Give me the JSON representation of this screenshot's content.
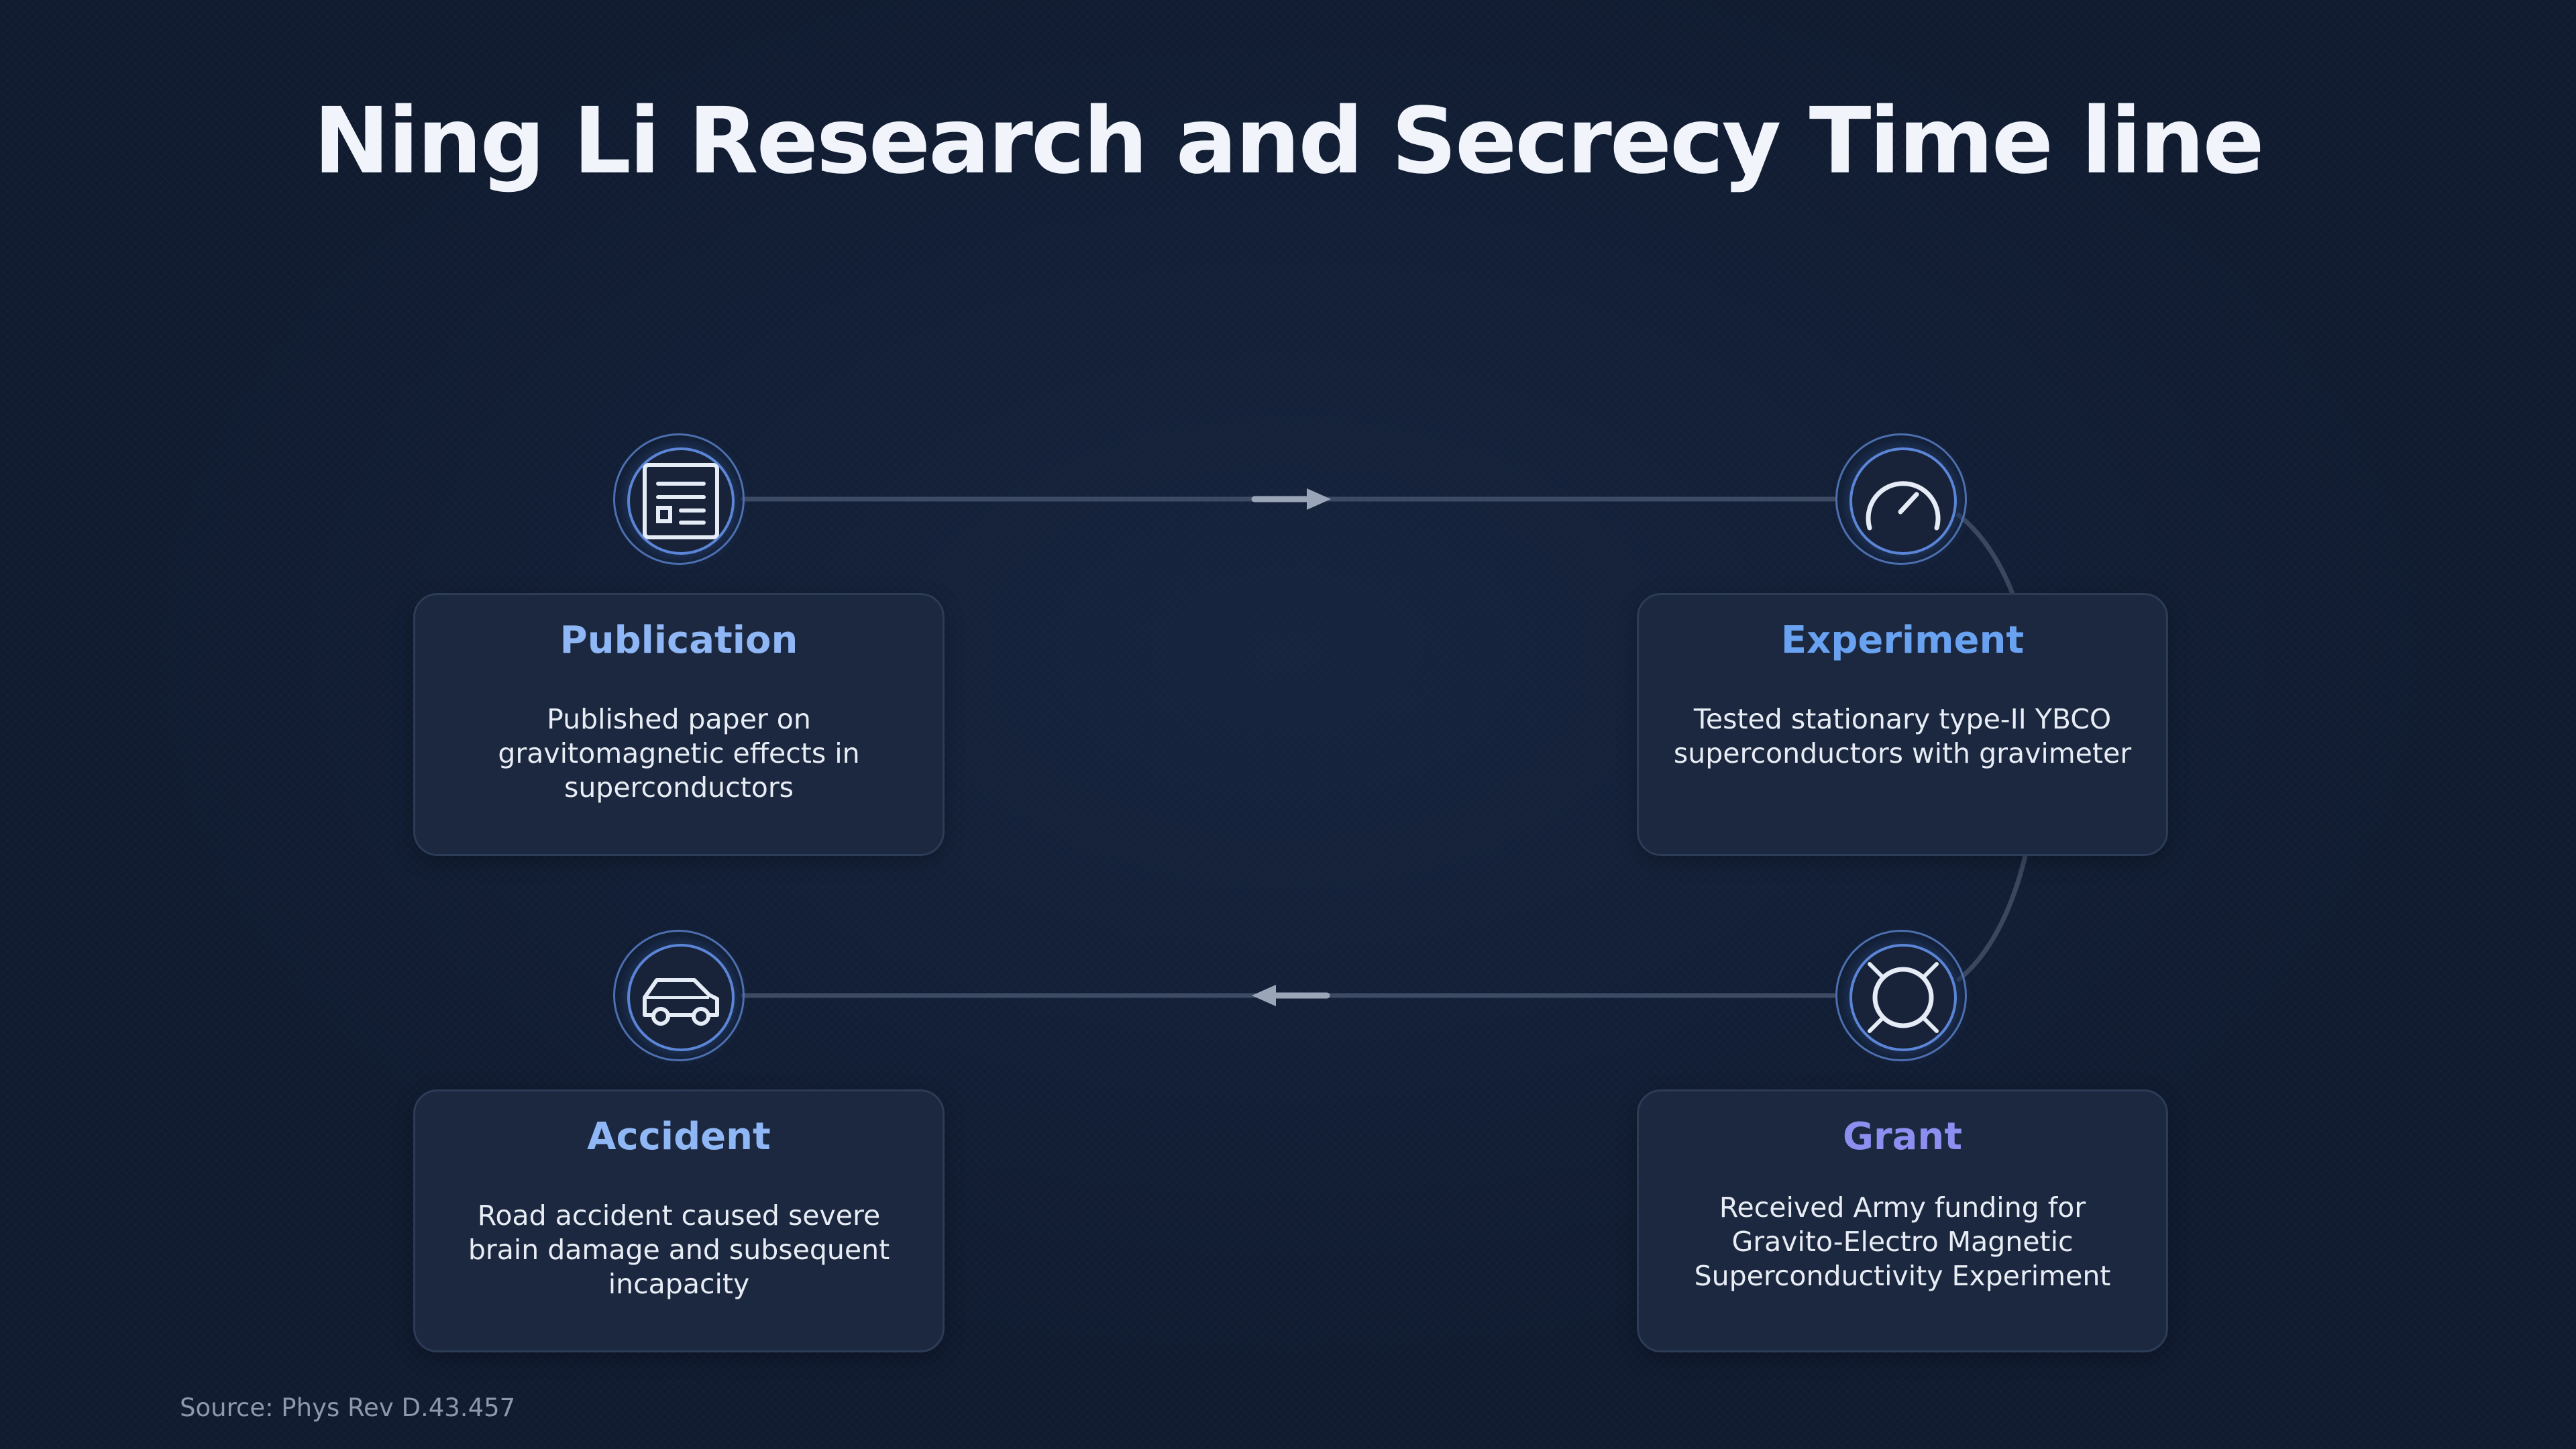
{
  "title": "Ning Li Research and Secrecy Time line",
  "steps": [
    {
      "title": "Publication",
      "description": "Published paper on gravitomagnetic effects in superconductors",
      "icon": "document-icon",
      "color": "#8fb6f5"
    },
    {
      "title": "Experiment",
      "description": "Tested stationary type-II YBCO superconductors with gravimeter",
      "icon": "gauge-icon",
      "color": "#6aa2f2"
    },
    {
      "title": "Grant",
      "description": "Received Army funding for Gravito-Electro Magnetic Superconductivity Experiment",
      "icon": "crosshair-icon",
      "color": "#8d8ff0"
    },
    {
      "title": "Accident",
      "description": "Road accident caused severe brain damage and subsequent incapacity",
      "icon": "car-icon",
      "color": "#8fb6f5"
    }
  ],
  "source": "Source: Phys Rev D.43.457"
}
